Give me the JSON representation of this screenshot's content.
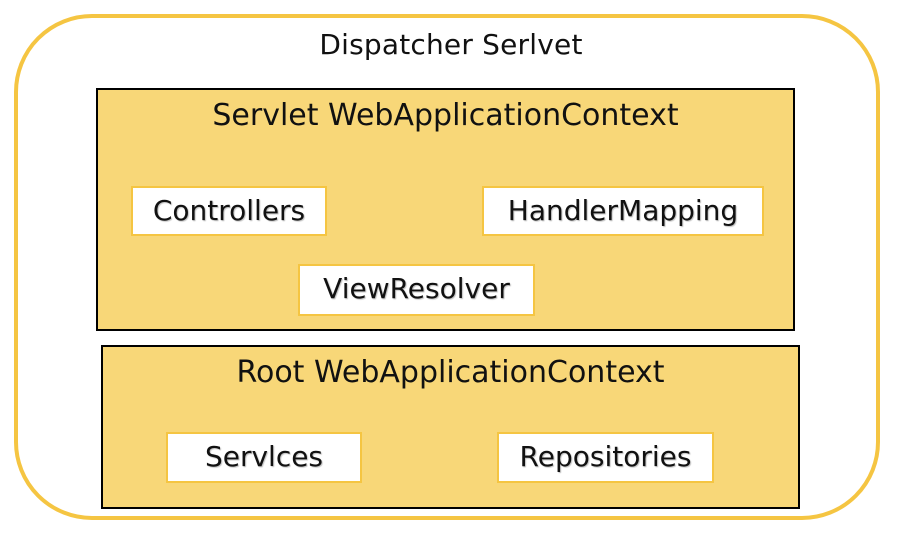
{
  "diagram": {
    "outer": {
      "title": "Dispatcher Serlvet"
    },
    "servlet_context": {
      "title": "Servlet WebApplicationContext",
      "beans": [
        "Controllers",
        "HandlerMapping",
        "ViewResolver"
      ]
    },
    "root_context": {
      "title": "Root WebApplicationContext",
      "beans": [
        "Servlces",
        "Repositories"
      ]
    }
  },
  "colors": {
    "outer_border": "#f5c542",
    "context_fill": "#f8d778",
    "context_border": "#000000",
    "bean_fill": "#ffffff",
    "bean_border": "#f5c542"
  }
}
